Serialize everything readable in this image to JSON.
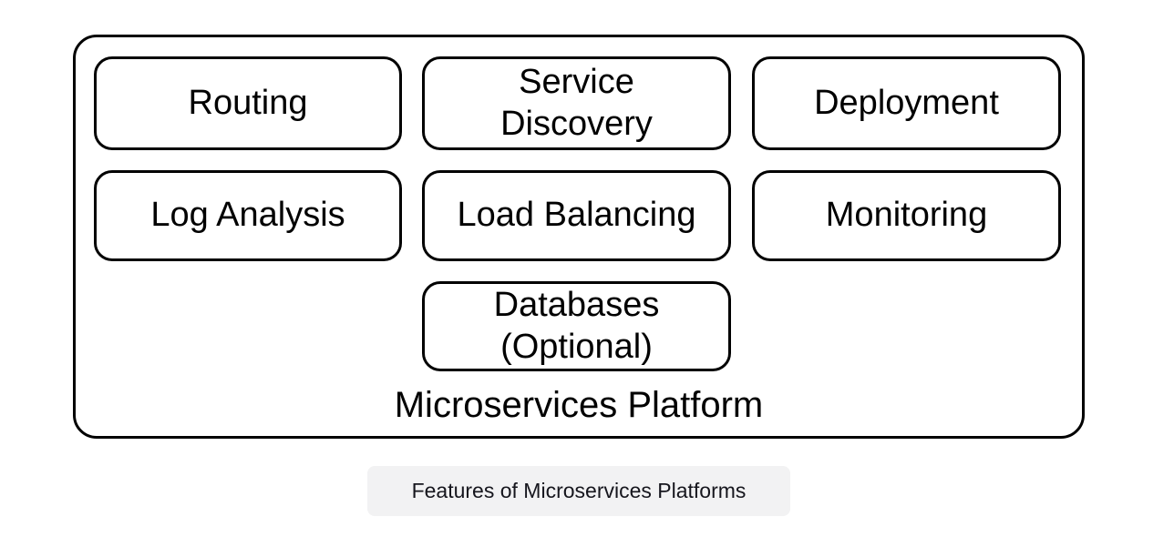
{
  "diagram": {
    "platform_label": "Microservices Platform",
    "nodes": [
      {
        "id": "routing",
        "label": "Routing"
      },
      {
        "id": "service-discovery",
        "label": "Service\nDiscovery"
      },
      {
        "id": "deployment",
        "label": "Deployment"
      },
      {
        "id": "log-analysis",
        "label": "Log Analysis"
      },
      {
        "id": "load-balancing",
        "label": "Load Balancing"
      },
      {
        "id": "monitoring",
        "label": "Monitoring"
      },
      {
        "id": "databases",
        "label": "Databases\n(Optional)"
      }
    ],
    "caption": "Features of Microservices Platforms",
    "colors": {
      "node_border": "#000000",
      "node_text": "#000000",
      "container_border": "#000000",
      "caption_bg": "#f2f2f3",
      "caption_text": "#16161d",
      "background": "#ffffff"
    }
  }
}
